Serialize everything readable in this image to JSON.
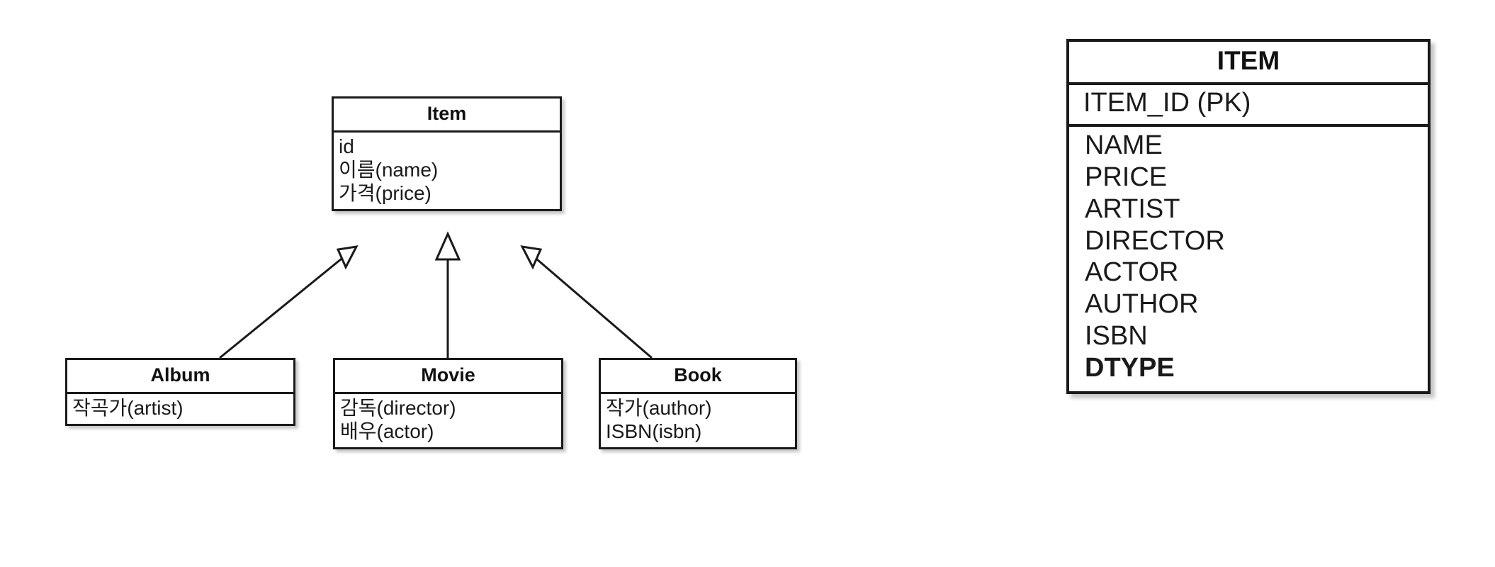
{
  "diagram": {
    "uml": {
      "parent": {
        "name": "Item",
        "attributes": [
          "id",
          "이름(name)",
          "가격(price)"
        ]
      },
      "children": [
        {
          "name": "Album",
          "attributes": [
            "작곡가(artist)"
          ]
        },
        {
          "name": "Movie",
          "attributes": [
            "감독(director)",
            "배우(actor)"
          ]
        },
        {
          "name": "Book",
          "attributes": [
            "작가(author)",
            "ISBN(isbn)"
          ]
        }
      ]
    },
    "table": {
      "title": "ITEM",
      "primary_key": "ITEM_ID (PK)",
      "columns": [
        {
          "name": "NAME",
          "bold": false
        },
        {
          "name": "PRICE",
          "bold": false
        },
        {
          "name": "ARTIST",
          "bold": false
        },
        {
          "name": "DIRECTOR",
          "bold": false
        },
        {
          "name": "ACTOR",
          "bold": false
        },
        {
          "name": "AUTHOR",
          "bold": false
        },
        {
          "name": "ISBN",
          "bold": false
        },
        {
          "name": "DTYPE",
          "bold": true
        }
      ]
    },
    "colors": {
      "stroke": "#1a1a1a",
      "background": "#ffffff",
      "text": "#1a1a1a"
    }
  }
}
